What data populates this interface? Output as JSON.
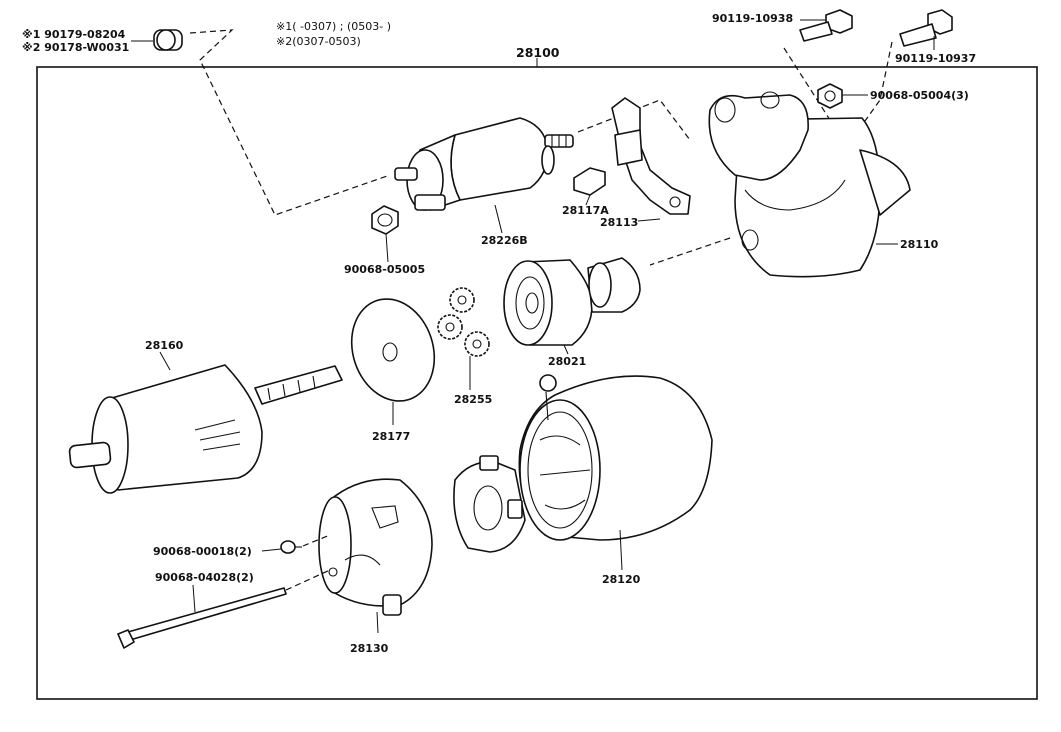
{
  "assembly_number": "28100",
  "notes": {
    "note1": "※1(      -0307) ; (0503-       )",
    "note2": "※2(0307-0503)"
  },
  "alternates": [
    {
      "mark": "※1",
      "part_number": "90179-08204"
    },
    {
      "mark": "※2",
      "part_number": "90178-W0031"
    }
  ],
  "callouts": {
    "solenoid": "28226B",
    "nut_solenoid": "90068-05005",
    "bracket_small": "28117A",
    "brush_plate": "28113",
    "bolt_top_1": "90119-10938",
    "bolt_top_2": "90119-10937",
    "nut_housing": "90068-05004(3)",
    "housing": "28110",
    "clutch": "28021",
    "armature": "28160",
    "washer": "28177",
    "planetary_gears": "28255",
    "yoke": "28120",
    "screw_cover": "90068-00018(2)",
    "through_bolt": "90068-04028(2)",
    "end_cover": "28130"
  }
}
